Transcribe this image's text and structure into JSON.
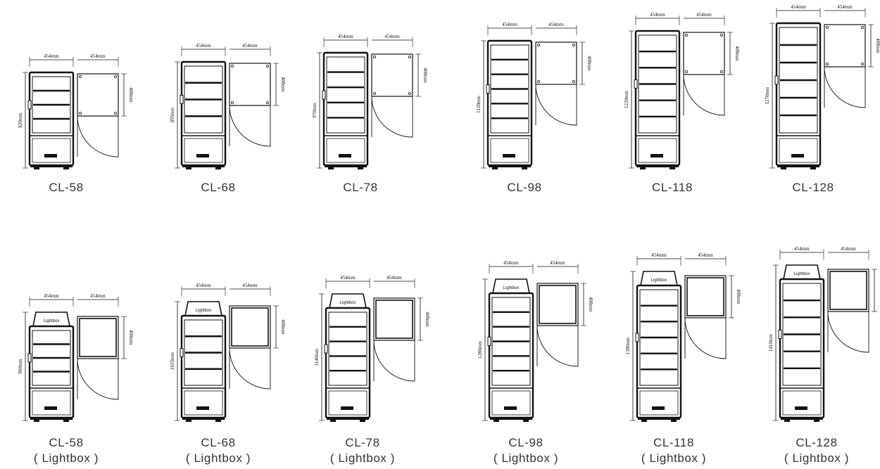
{
  "units": {
    "width": "454mm",
    "depth": "408mm"
  },
  "lightbox_text": "Lightbox",
  "standard": [
    {
      "model": "CL-58",
      "height": "820mm",
      "shelves": 3
    },
    {
      "model": "CL-68",
      "height": "895mm",
      "shelves": 3
    },
    {
      "model": "CL-78",
      "height": "970mm",
      "shelves": 4
    },
    {
      "model": "CL-98",
      "height": "1120mm",
      "shelves": 5
    },
    {
      "model": "CL-118",
      "height": "1220mm",
      "shelves": 5
    },
    {
      "model": "CL-128",
      "height": "1270mm",
      "shelves": 5
    }
  ],
  "lightbox": [
    {
      "model": "CL-58",
      "sub": "( Lightbox )",
      "height": "960mm",
      "shelves": 3
    },
    {
      "model": "CL-68",
      "sub": "( Lightbox )",
      "height": "1035mm",
      "shelves": 3
    },
    {
      "model": "CL-78",
      "sub": "( Lightbox )",
      "height": "1140mm",
      "shelves": 4
    },
    {
      "model": "CL-98",
      "sub": "( Lightbox )",
      "height": "1280mm",
      "shelves": 5
    },
    {
      "model": "CL-118",
      "sub": "( Lightbox )",
      "height": "1380mm",
      "shelves": 5
    },
    {
      "model": "CL-128",
      "sub": "( Lightbox )",
      "height": "1410mm",
      "shelves": 5
    }
  ]
}
